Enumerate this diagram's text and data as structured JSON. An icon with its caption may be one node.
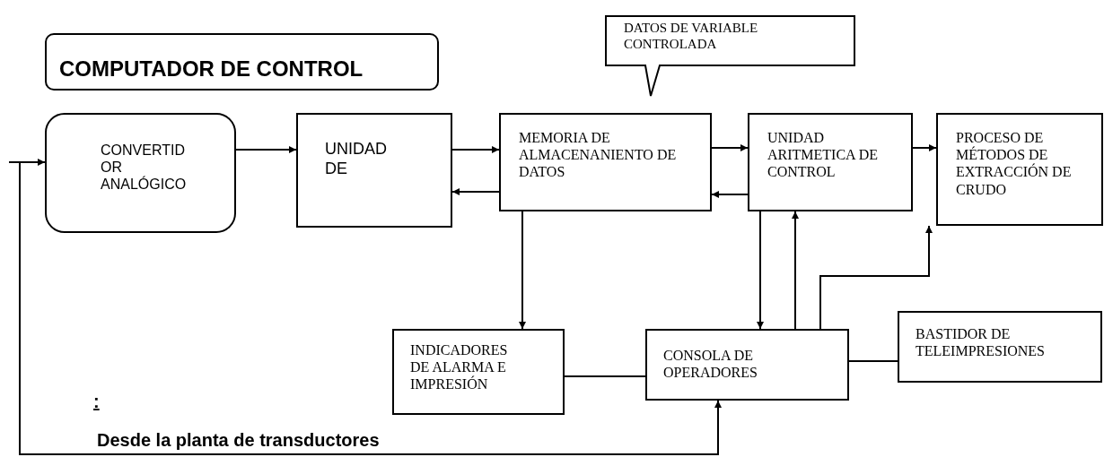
{
  "diagram": {
    "nodes": [
      {
        "text": [
          "COMPUTADOR DE CONTROL"
        ]
      },
      {
        "text": [
          "CONVERTID OR ANALÓGICO"
        ]
      },
      {
        "text": [
          "UNIDAD DE"
        ]
      },
      {
        "text": [
          "DATOS DE VARIABLE CONTROLADA"
        ]
      },
      {
        "text": [
          "MEMORIA DE ALMACENANIENTO DE DATOS"
        ]
      },
      {
        "text": [
          "UNIDAD ARITMETICA DE CONTROL"
        ]
      },
      {
        "text": [
          "PROCESO DE MÉTODOS DE EXTRACCIÓN DE CRUDO"
        ]
      },
      {
        "text": [
          "INDICADORES DE ALARMA E IMPRESIÓN"
        ]
      },
      {
        "text": [
          "CONSOLA DE OPERADORES"
        ]
      },
      {
        "text": [
          "BASTIDOR DE TELEIMPRESIONES"
        ]
      }
    ],
    "edges": [
      {
        "from": 1,
        "to": 2,
        "arrow": "to"
      },
      {
        "from": 2,
        "to": 4,
        "arrow": "to"
      },
      {
        "from": 4,
        "to": 2,
        "arrow": "to"
      },
      {
        "from": 4,
        "to": 5,
        "arrow": "to"
      },
      {
        "from": 5,
        "to": 4,
        "arrow": "to"
      },
      {
        "from": 5,
        "to": 6,
        "arrow": "to"
      },
      {
        "from": 4,
        "to": 7,
        "arrow": "to"
      },
      {
        "from": 5,
        "to": 8,
        "arrow": "to"
      },
      {
        "from": 8,
        "to": 5,
        "arrow": "to"
      },
      {
        "from": 8,
        "to": 6,
        "arrow": "to"
      },
      {
        "from": 7,
        "to": 8,
        "arrow": "none"
      },
      {
        "from": 8,
        "to": 9,
        "arrow": "none"
      },
      {
        "from": null,
        "to": 1,
        "arrow": "to"
      },
      {
        "from": null,
        "to": 8,
        "arrow": "to"
      }
    ],
    "labels": [
      ":",
      "Desde la planta de transductores"
    ]
  }
}
